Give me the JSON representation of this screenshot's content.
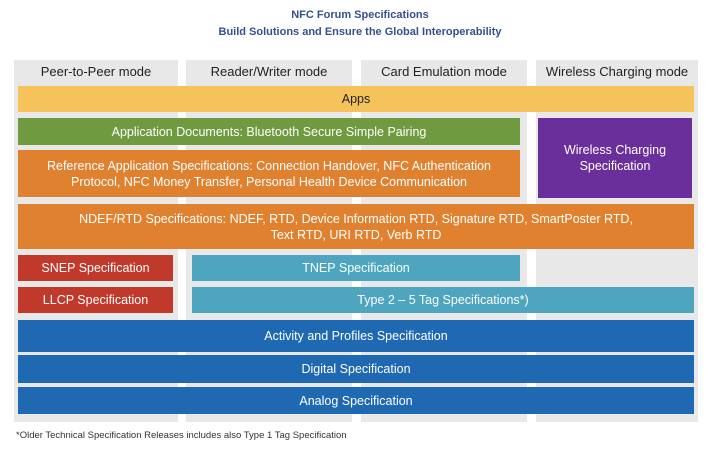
{
  "title": "NFC Forum Specifications",
  "subtitle": "Build Solutions and Ensure the Global Interoperability",
  "modes": [
    "Peer-to-Peer mode",
    "Reader/Writer mode",
    "Card Emulation mode",
    "Wireless Charging mode"
  ],
  "blocks": {
    "apps": "Apps",
    "app_docs": "Application Documents: Bluetooth Secure Simple Pairing",
    "reference": "Reference Application Specifications: Connection Handover, NFC Authentication Protocol, NFC Money Transfer, Personal Health Device Communication",
    "wireless": "Wireless Charging Specification",
    "ndef": "NDEF/RTD Specifications: NDEF, RTD, Device Information RTD, Signature RTD, SmartPoster RTD, Text RTD, URI RTD, Verb RTD",
    "snep": "SNEP Specification",
    "tnep": "TNEP Specification",
    "llcp": "LLCP Specification",
    "tag": "Type 2 – 5 Tag Specifications*)",
    "activity": "Activity and Profiles Specification",
    "digital": "Digital Specification",
    "analog": "Analog Specification"
  },
  "footnote": "*Older Technical Specification Releases includes also Type 1 Tag Specification",
  "colors": {
    "apps": "#f6c35b",
    "green": "#6f9a3f",
    "orange": "#e0812f",
    "purple": "#6b2f9c",
    "red": "#c0392b",
    "teal": "#4da5bf",
    "blue": "#1f69b3"
  }
}
